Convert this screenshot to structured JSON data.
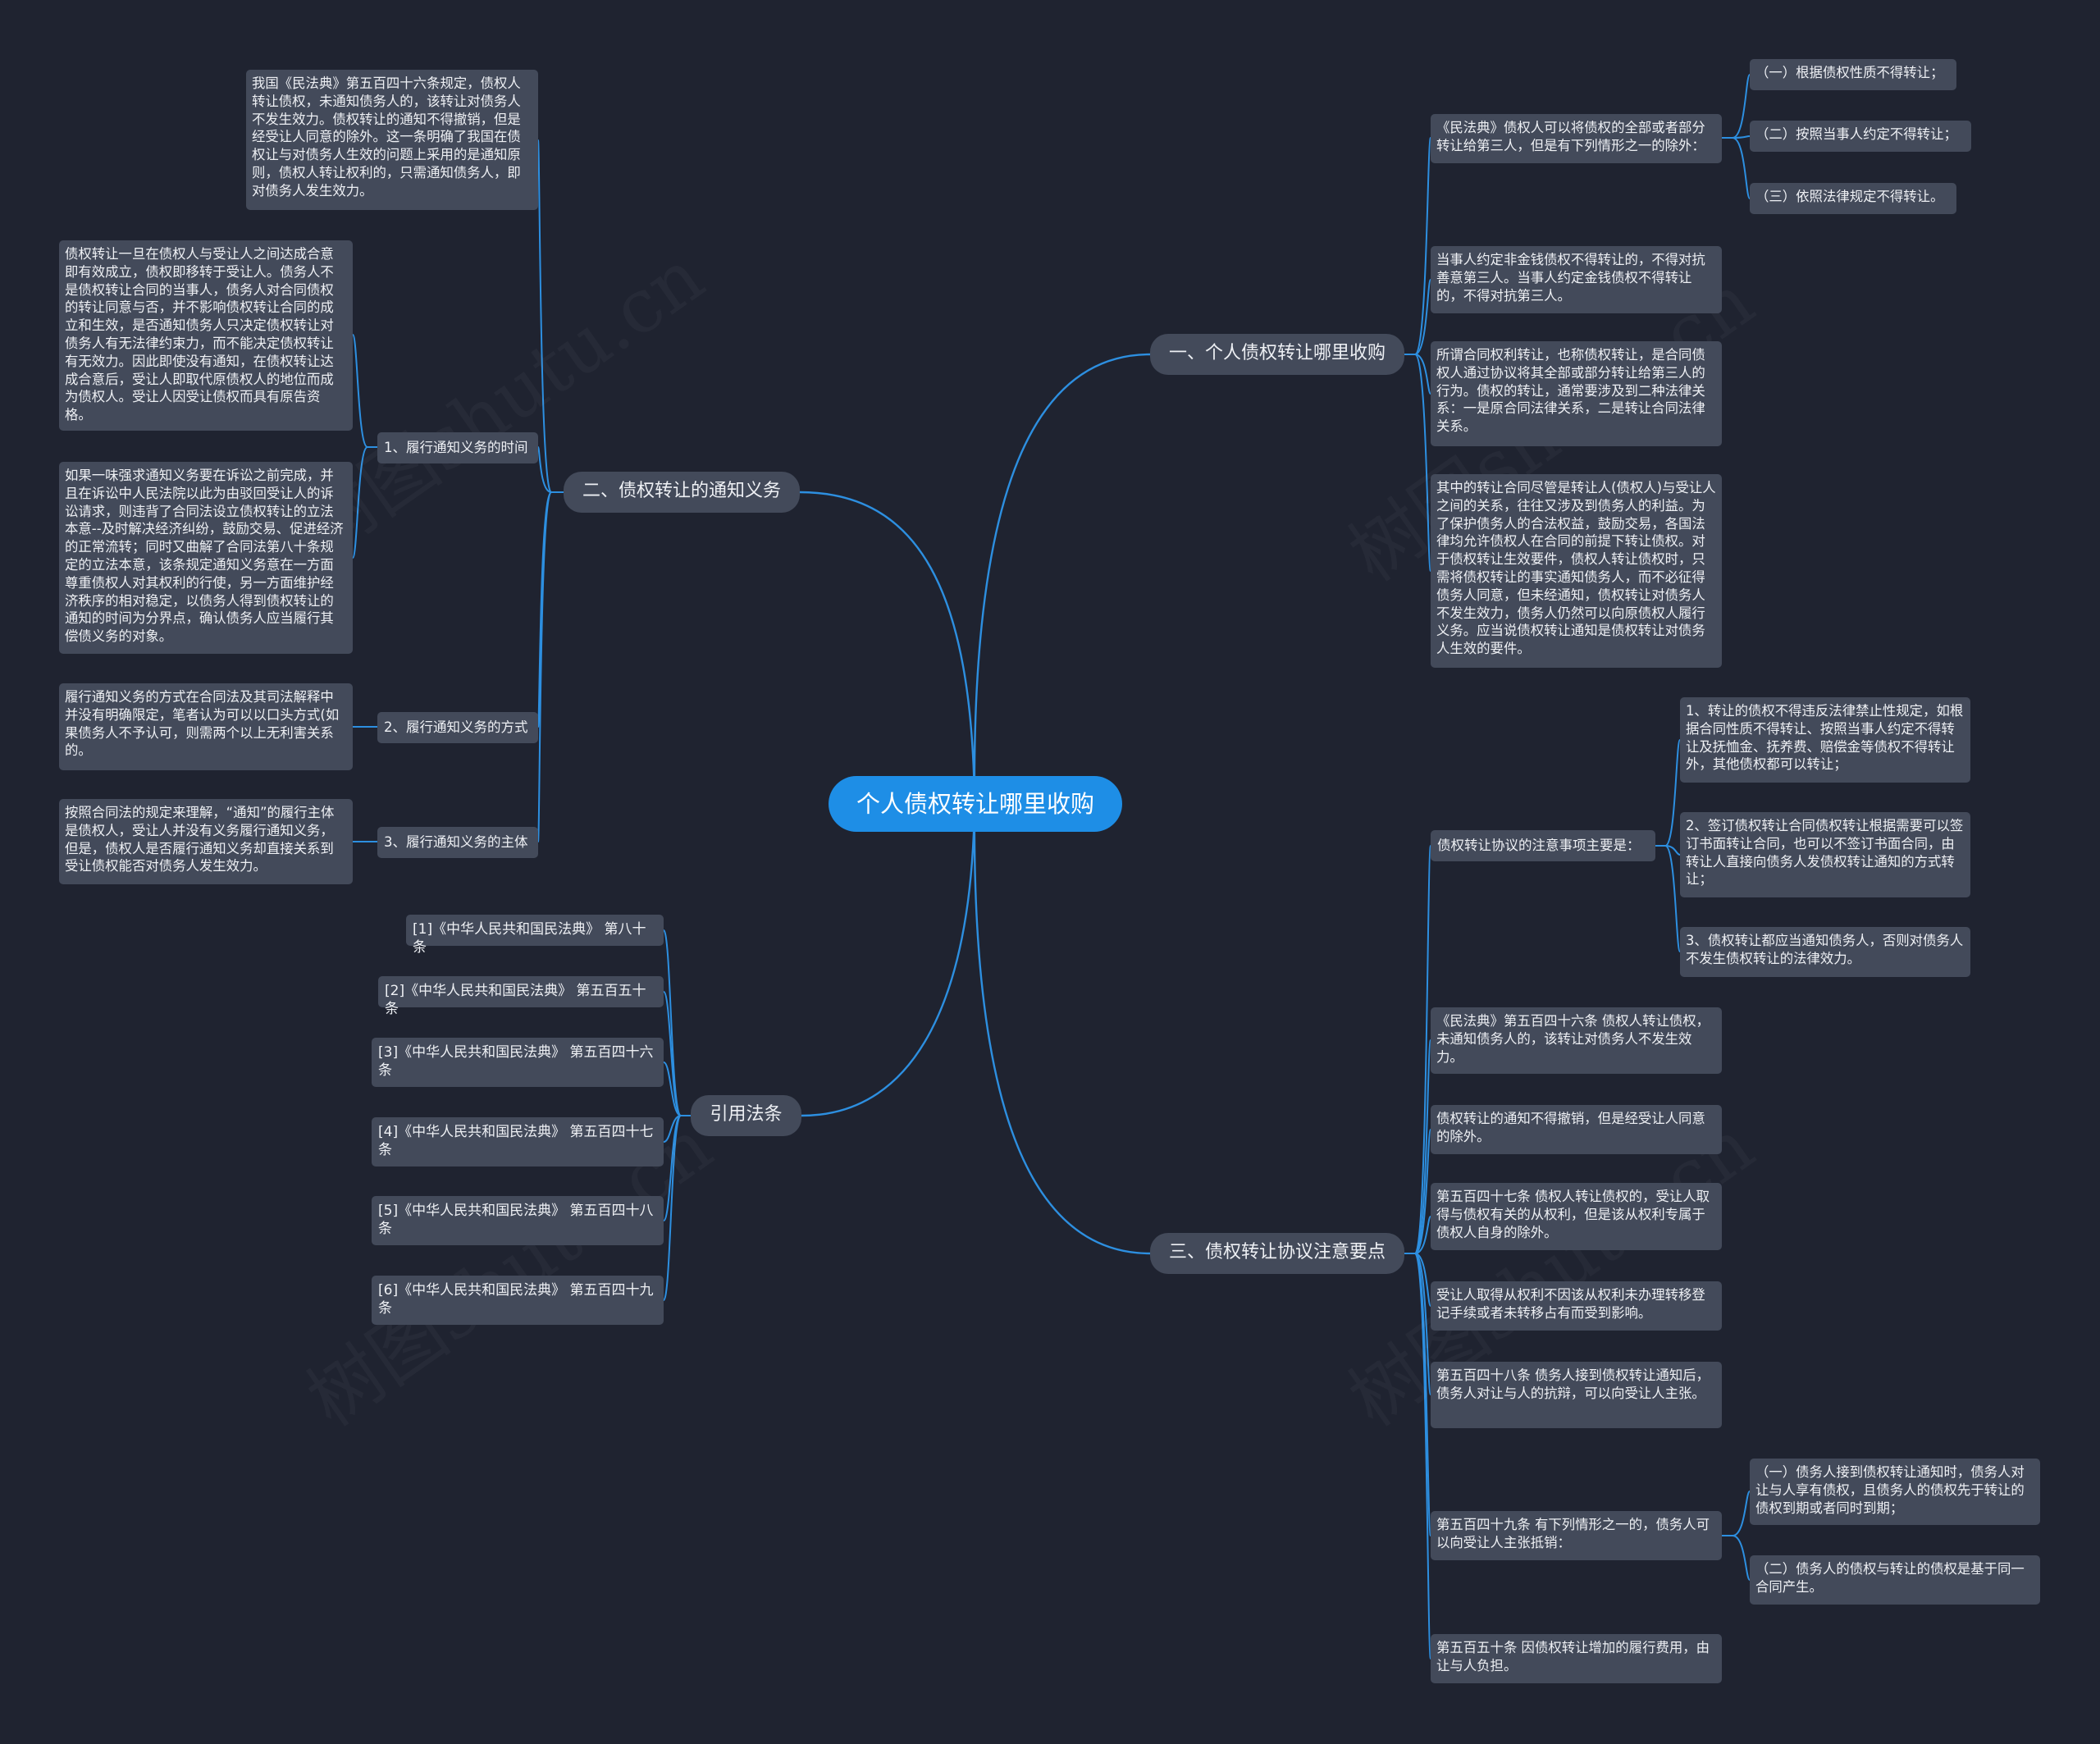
{
  "root": {
    "title": "个人债权转让哪里收购"
  },
  "branches": {
    "b1": {
      "label": "一、个人债权转让哪里收购",
      "items": [
        "《民法典》债权人可以将债权的全部或者部分转让给第三人，但是有下列情形之一的除外：",
        "当事人约定非金钱债权不得转让的，不得对抗善意第三人。当事人约定金钱债权不得转让的，不得对抗第三人。",
        "所谓合同权利转让，也称债权转让，是合同债权人通过协议将其全部或部分转让给第三人的行为。债权的转让，通常要涉及到二种法律关系：一是原合同法律关系，二是转让合同法律关系。",
        "其中的转让合同尽管是转让人(债权人)与受让人之间的关系，往往又涉及到债务人的利益。为了保护债务人的合法权益，鼓励交易，各国法律均允许债权人在合同的前提下转让债权。对于债权转让生效要件，债权人转让债权时，只需将债权转让的事实通知债务人，而不必征得债务人同意，但未经通知，债权转让对债务人不发生效力，债务人仍然可以向原债权人履行义务。应当说债权转让通知是债权转让对债务人生效的要件。"
      ],
      "exceptions": [
        "（一）根据债权性质不得转让；",
        "（二）按照当事人约定不得转让；",
        "（三）依照法律规定不得转让。"
      ]
    },
    "b2": {
      "label": "二、债权转让的通知义务",
      "top_note": "我国《民法典》第五百四十六条规定，债权人转让债权，未通知债务人的，该转让对债务人不发生效力。债权转让的通知不得撤销，但是经受让人同意的除外。这一条明确了我国在债权让与对债务人生效的问题上采用的是通知原则，债权人转让权利的，只需通知债务人，即对债务人发生效力。",
      "subs": [
        {
          "label": "1、履行通知义务的时间",
          "notes": [
            "债权转让一旦在债权人与受让人之间达成合意即有效成立，债权即移转于受让人。债务人不是债权转让合同的当事人，债务人对合同债权的转让同意与否，并不影响债权转让合同的成立和生效，是否通知债务人只决定债权转让对债务人有无法律约束力，而不能决定债权转让有无效力。因此即使没有通知，在债权转让达成合意后，受让人即取代原债权人的地位而成为债权人。受让人因受让债权而具有原告资格。",
            "如果一味强求通知义务要在诉讼之前完成，并且在诉讼中人民法院以此为由驳回受让人的诉讼请求，则违背了合同法设立债权转让的立法本意--及时解决经济纠纷，鼓励交易、促进经济的正常流转；同时又曲解了合同法第八十条规定的立法本意，该条规定通知义务意在一方面尊重债权人对其权利的行使，另一方面维护经济秩序的相对稳定，以债务人得到债权转让的通知的时间为分界点，确认债务人应当履行其偿债义务的对象。"
          ]
        },
        {
          "label": "2、履行通知义务的方式",
          "notes": [
            "履行通知义务的方式在合同法及其司法解释中并没有明确限定，笔者认为可以以口头方式(如果债务人不予认可，则需两个以上无利害关系的。"
          ]
        },
        {
          "label": "3、履行通知义务的主体",
          "notes": [
            "按照合同法的规定来理解，“通知”的履行主体是债权人，受让人并没有义务履行通知义务，但是，债权人是否履行通知义务却直接关系到受让债权能否对债务人发生效力。"
          ]
        }
      ]
    },
    "b3": {
      "label": "三、债权转让协议注意要点",
      "attention_label": "债权转让协议的注意事项主要是：",
      "attention": [
        "1、转让的债权不得违反法律禁止性规定，如根据合同性质不得转让、按照当事人约定不得转让及抚恤金、抚养费、赔偿金等债权不得转让外，其他债权都可以转让；",
        "2、签订债权转让合同债权转让根据需要可以签订书面转让合同，也可以不签订书面合同，由转让人直接向债务人发债权转让通知的方式转让；",
        "3、债权转让都应当通知债务人，否则对债务人不发生债权转让的法律效力。"
      ],
      "items": [
        "《民法典》第五百四十六条 债权人转让债权，未通知债务人的，该转让对债务人不发生效力。",
        "债权转让的通知不得撤销，但是经受让人同意的除外。",
        "第五百四十七条 债权人转让债权的，受让人取得与债权有关的从权利，但是该从权利专属于债权人自身的除外。",
        "受让人取得从权利不因该从权利未办理转移登记手续或者未转移占有而受到影响。",
        "第五百四十八条 债务人接到债权转让通知后，债务人对让与人的抗辩，可以向受让人主张。",
        "第五百四十九条 有下列情形之一的，债务人可以向受让人主张抵销：",
        "第五百五十条 因债权转让增加的履行费用，由让与人负担。"
      ],
      "offset_cases": [
        "（一）债务人接到债权转让通知时，债务人对让与人享有债权，且债务人的债权先于转让的债权到期或者同时到期；",
        "（二）债务人的债权与转让的债权是基于同一合同产生。"
      ]
    },
    "b4": {
      "label": "引用法条",
      "citations": [
        "[1]《中华人民共和国民法典》 第八十条",
        "[2]《中华人民共和国民法典》 第五百五十条",
        "[3]《中华人民共和国民法典》 第五百四十六条",
        "[4]《中华人民共和国民法典》 第五百四十七条",
        "[5]《中华人民共和国民法典》 第五百四十八条",
        "[6]《中华人民共和国民法典》 第五百四十九条"
      ]
    }
  },
  "colors": {
    "background": "#1f2330",
    "node": "#434a5a",
    "root": "#1e8ee6",
    "link": "#2d8fe0"
  }
}
